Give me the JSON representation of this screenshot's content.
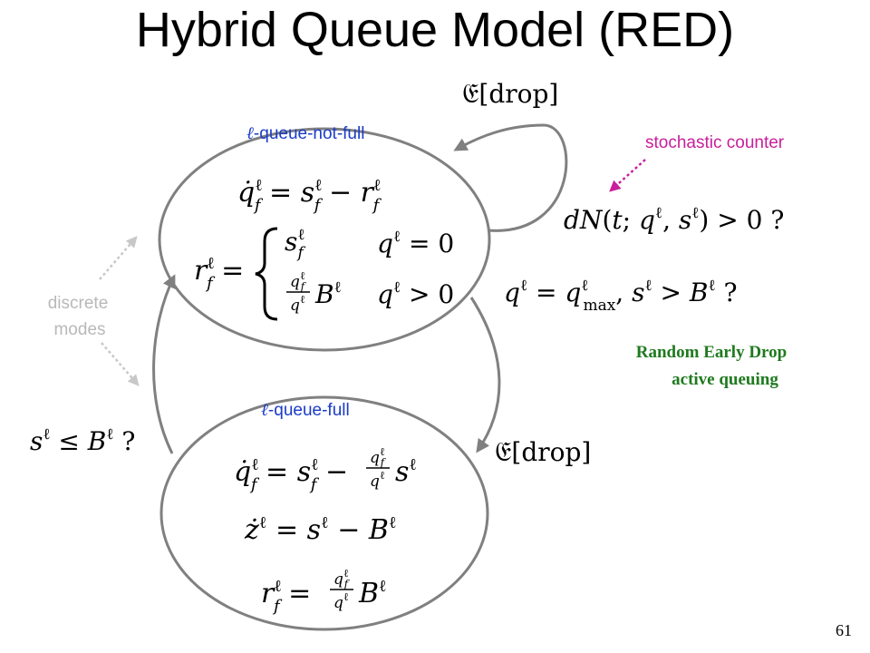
{
  "title": "Hybrid Queue Model (RED)",
  "page_number": "61",
  "colors": {
    "mode_label": "#1a3cc8",
    "counter_label": "#c81e9b",
    "red_caption": "#1f7a1f",
    "discrete_label": "#b8b8b8",
    "stroke": "#808080"
  },
  "modes": {
    "not_full": {
      "label": "ℓ -queue-not-full",
      "eq1": "q̇ℓf = sℓf − rℓf",
      "eq2": "rℓf = { sℓf  qℓ = 0 ; (qℓf / qℓ) Bℓ  qℓ > 0 }"
    },
    "full": {
      "label": "ℓ -queue-full",
      "eq1": "q̇ℓf = sℓf − (qℓf / qℓ) sℓ",
      "eq2": "żℓ = sℓ − Bℓ",
      "eq3": "rℓf = (qℓf / qℓ) Bℓ"
    }
  },
  "transitions": {
    "self_loop": "E[drop]",
    "full_to_notfull": "sℓ ≤ Bℓ ?",
    "notfull_to_full_guard": "qℓ = qℓmax, sℓ > Bℓ ?",
    "full_self": "E[drop]",
    "counter_condition": "dN(t; qℓ, sℓ) > 0 ?"
  },
  "annotations": {
    "stochastic_counter": "stochastic counter",
    "discrete_modes_1": "discrete",
    "discrete_modes_2": "modes",
    "red_1": "Random Early Drop",
    "red_2": "active queuing"
  }
}
